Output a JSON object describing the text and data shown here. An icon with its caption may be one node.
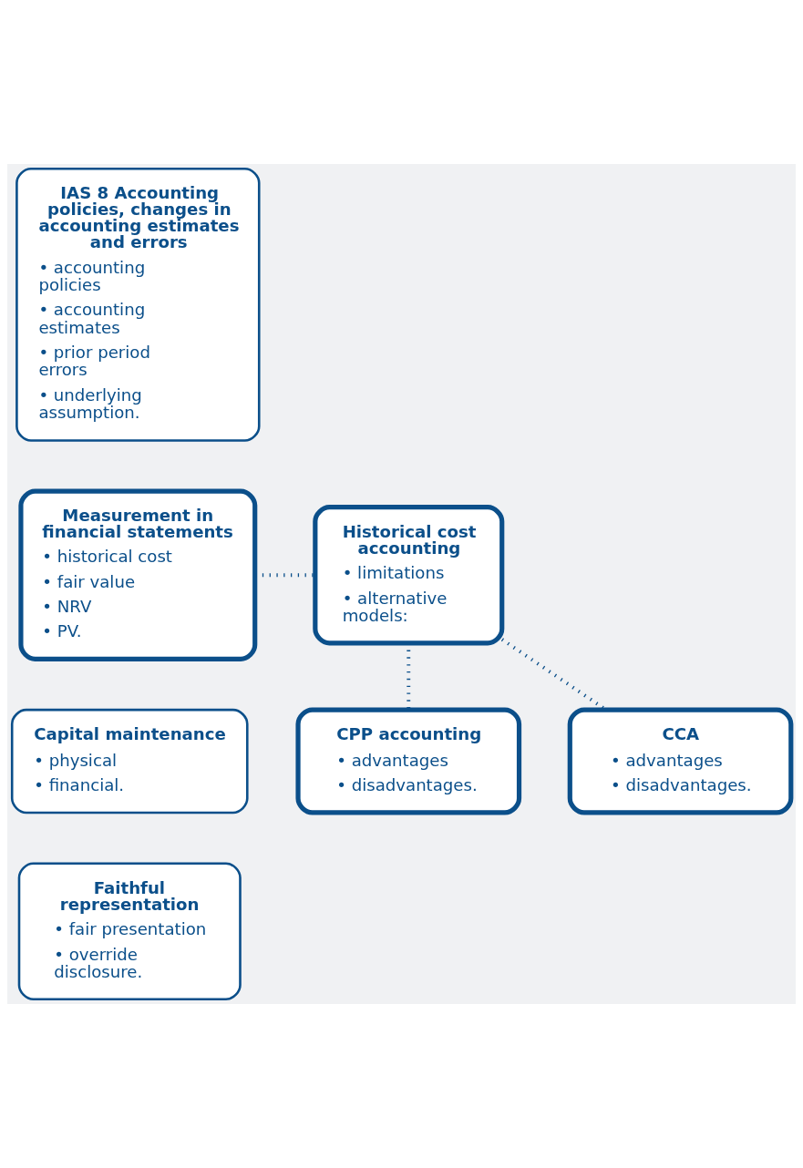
{
  "diagram": {
    "nodes": [
      {
        "text": [
          "IAS 8 Accounting policies, changes in accounting estimates and errors",
          "• accounting policies",
          "• accounting estimates",
          "• prior period errors",
          "• underlying assumption."
        ]
      },
      {
        "text": [
          "Measurement in financial statements",
          "• historical cost",
          "• fair value",
          "• NRV",
          "• PV."
        ]
      },
      {
        "text": [
          "Historical cost accounting",
          "• limitations",
          "• alternative models:"
        ]
      },
      {
        "text": [
          "Capital maintenance",
          "• physical",
          "• financial."
        ]
      },
      {
        "text": [
          "CPP accounting",
          "• advantages",
          "• disadvantages."
        ]
      },
      {
        "text": [
          "CCA",
          "• advantages",
          "• disadvantages."
        ]
      },
      {
        "text": [
          "Faithful representation",
          "• fair presentation",
          "• override disclosure."
        ]
      }
    ],
    "edges": [
      {
        "from": 1,
        "to": 2,
        "arrow": "none"
      },
      {
        "from": 2,
        "to": 4,
        "arrow": "none"
      },
      {
        "from": 2,
        "to": 5,
        "arrow": "none"
      }
    ]
  }
}
